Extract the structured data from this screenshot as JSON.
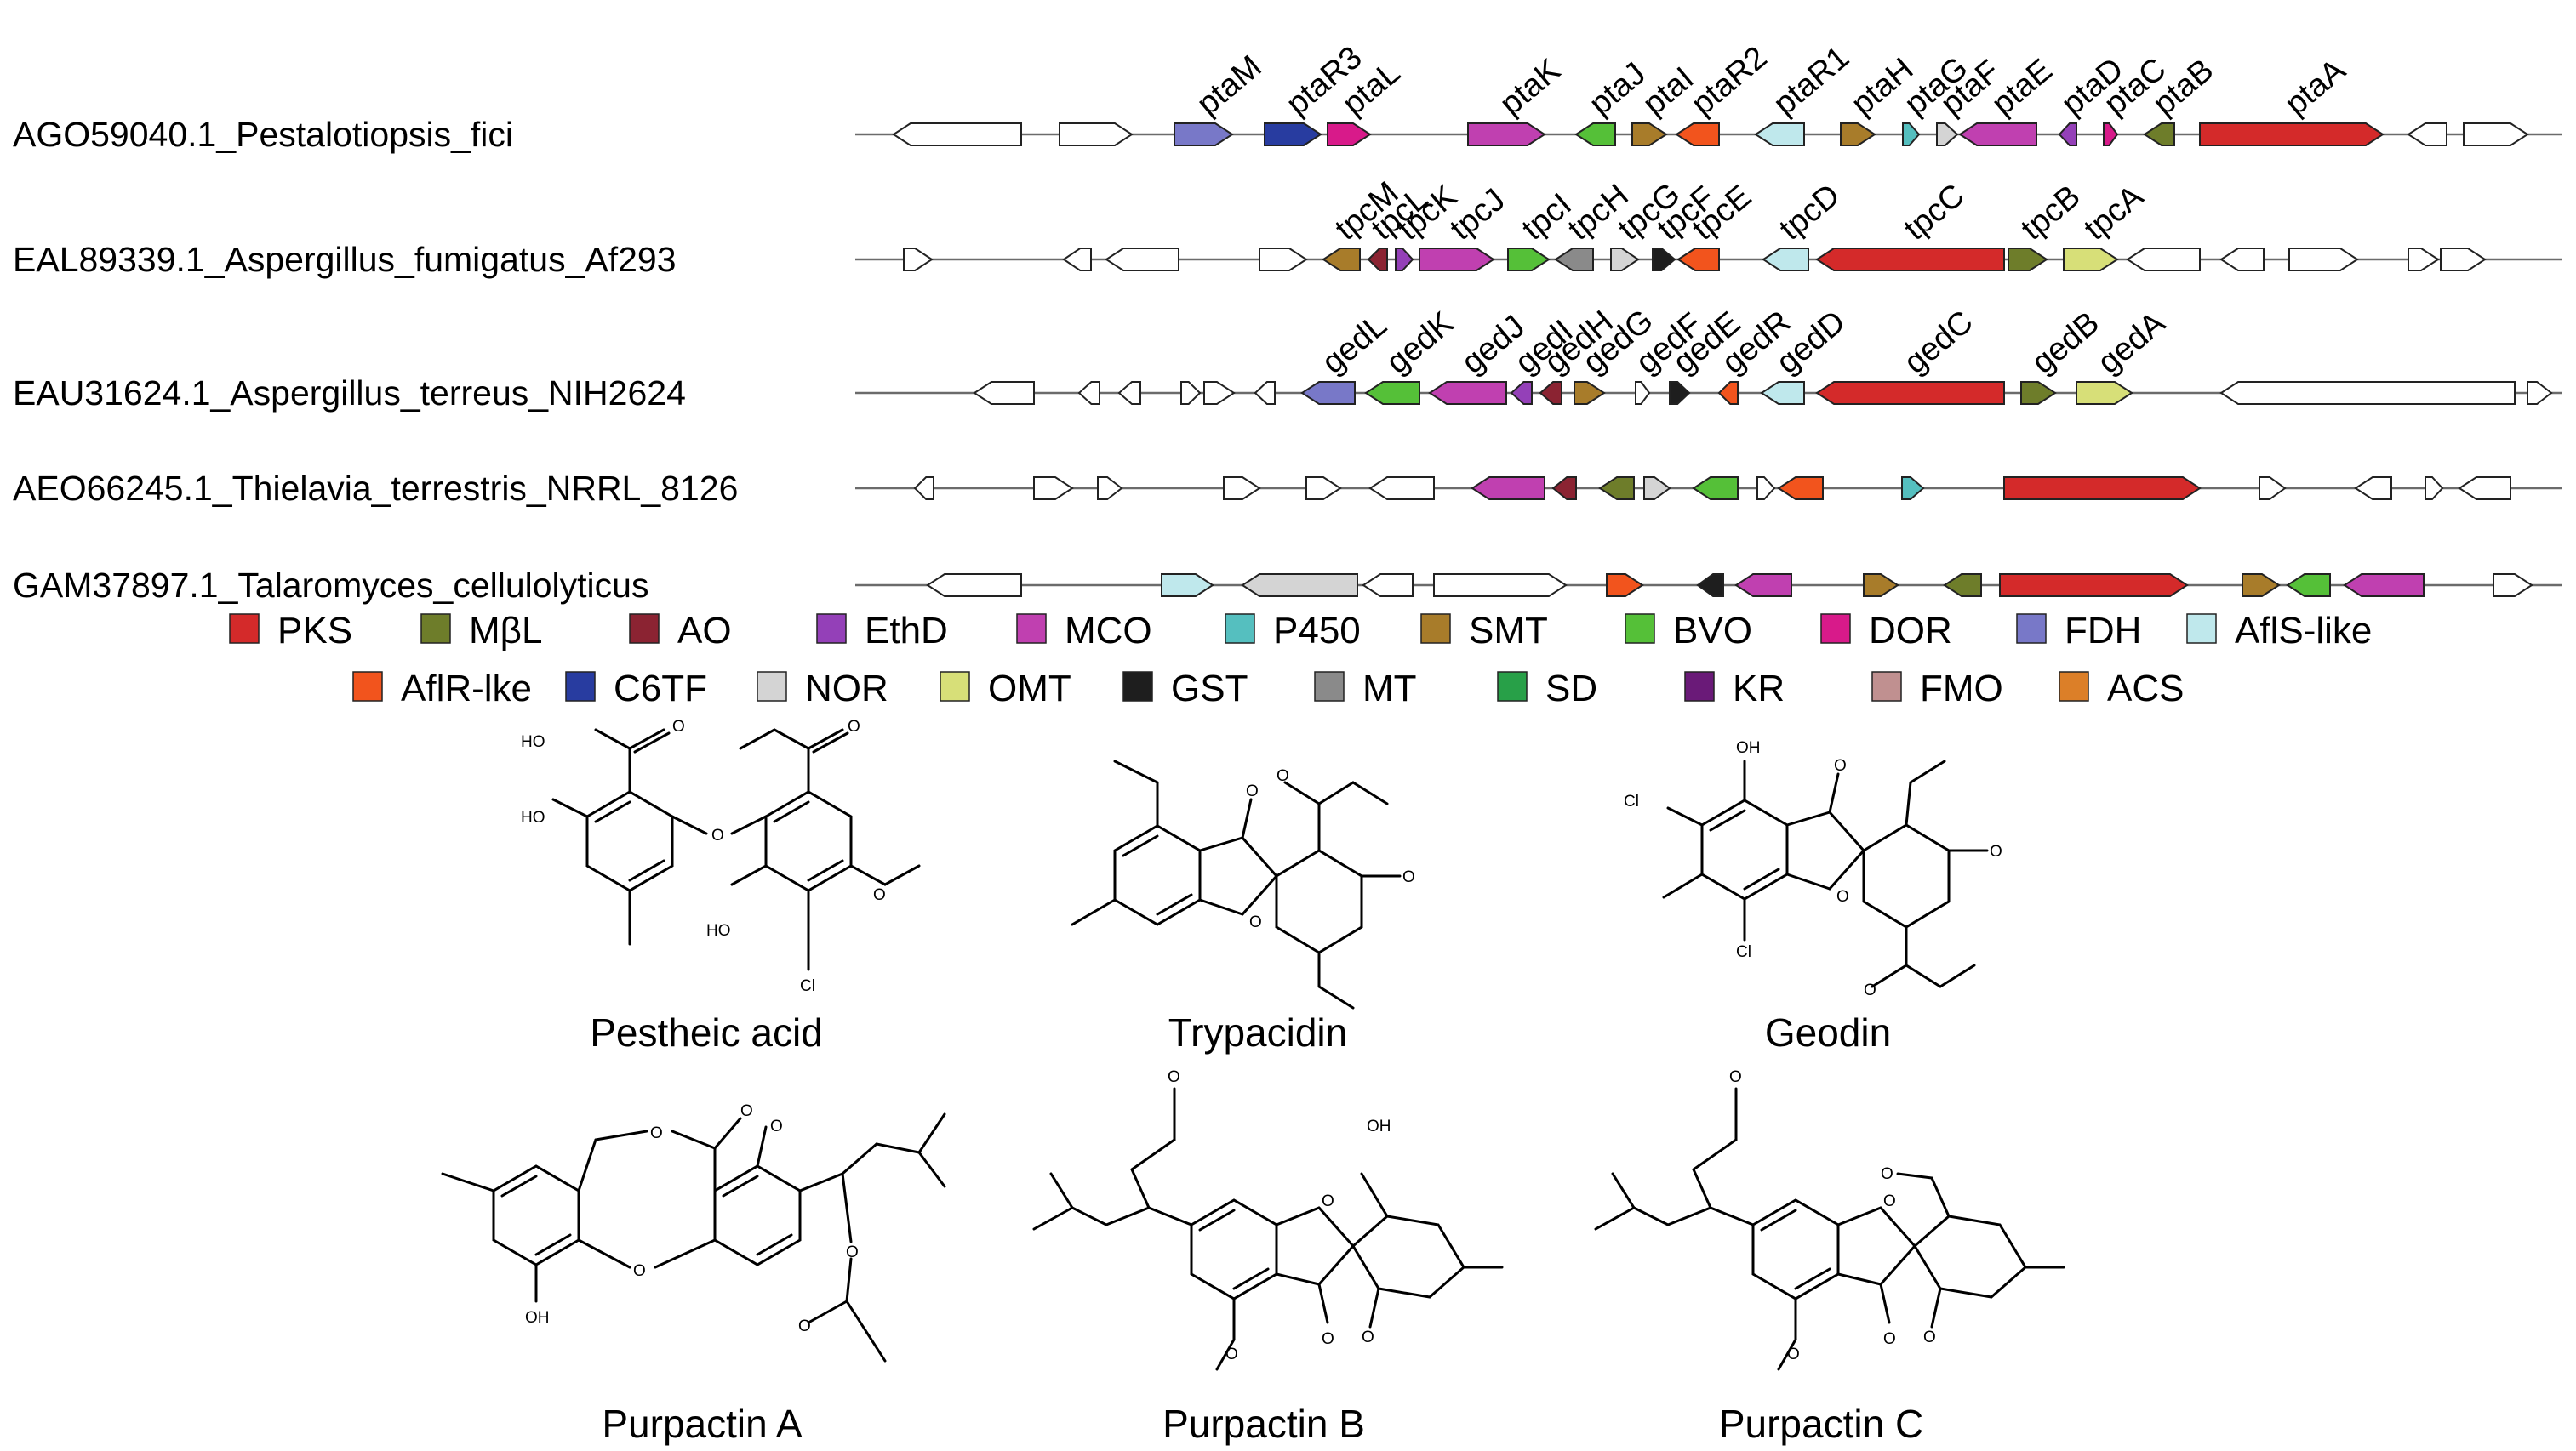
{
  "gene_colors": {
    "PKS": "#d42a2a",
    "MbL": "#6e7d2a",
    "AO": "#8b2332",
    "EthD": "#9440b8",
    "MCO": "#c040b0",
    "P450": "#55bfbf",
    "SMT": "#a87c2a",
    "BVO": "#55c038",
    "DOR": "#d81a8a",
    "FDH": "#7878c8",
    "AflS": "#bfe8ec",
    "AflR": "#f2541d",
    "C6TF": "#283ca0",
    "NOR": "#d4d4d4",
    "OMT": "#d7df78",
    "GST": "#1e1e1e",
    "MT": "#8a8a8a",
    "SD": "#28a048",
    "KR": "#6a1a78",
    "FMO": "#c09090",
    "ACS": "#dc7f28",
    "none": "#ffffff"
  },
  "tracks": [
    {
      "name": "AGO59040.1_Pestalotiopsis_fici",
      "genes": [
        {
          "s": 1050,
          "e": 1200,
          "dir": -1,
          "type": "none",
          "label": ""
        },
        {
          "s": 1245,
          "e": 1330,
          "dir": 1,
          "type": "none",
          "label": ""
        },
        {
          "s": 1380,
          "e": 1448,
          "dir": 1,
          "type": "FDH",
          "label": "ptaM"
        },
        {
          "s": 1486,
          "e": 1552,
          "dir": 1,
          "type": "C6TF",
          "label": "ptaR3"
        },
        {
          "s": 1560,
          "e": 1610,
          "dir": 1,
          "type": "DOR",
          "label": "ptaL"
        },
        {
          "s": 1725,
          "e": 1815,
          "dir": 1,
          "type": "MCO",
          "label": "ptaK"
        },
        {
          "s": 1852,
          "e": 1898,
          "dir": -1,
          "type": "BVO",
          "label": "ptaJ"
        },
        {
          "s": 1918,
          "e": 1958,
          "dir": 1,
          "type": "SMT",
          "label": "ptaI"
        },
        {
          "s": 1970,
          "e": 2020,
          "dir": -1,
          "type": "AflR",
          "label": "ptaR2"
        },
        {
          "s": 2063,
          "e": 2120,
          "dir": -1,
          "type": "AflS",
          "label": "ptaR1"
        },
        {
          "s": 2163,
          "e": 2203,
          "dir": 1,
          "type": "SMT",
          "label": "ptaH"
        },
        {
          "s": 2236,
          "e": 2255,
          "dir": 1,
          "type": "P450",
          "label": "ptaG"
        },
        {
          "s": 2276,
          "e": 2300,
          "dir": 1,
          "type": "NOR",
          "label": "ptaF"
        },
        {
          "s": 2303,
          "e": 2393,
          "dir": -1,
          "type": "MCO",
          "label": "ptaE"
        },
        {
          "s": 2420,
          "e": 2440,
          "dir": -1,
          "type": "EthD",
          "label": "ptaD"
        },
        {
          "s": 2472,
          "e": 2488,
          "dir": 1,
          "type": "DOR",
          "label": "ptaC"
        },
        {
          "s": 2520,
          "e": 2555,
          "dir": -1,
          "type": "MbL",
          "label": "ptaB"
        },
        {
          "s": 2585,
          "e": 2800,
          "dir": 1,
          "type": "PKS",
          "label": "ptaA"
        },
        {
          "s": 2830,
          "e": 2875,
          "dir": -1,
          "type": "none",
          "label": ""
        },
        {
          "s": 2895,
          "e": 2970,
          "dir": 1,
          "type": "none",
          "label": ""
        }
      ]
    },
    {
      "name": "EAL89339.1_Aspergillus_fumigatus_Af293",
      "genes": [
        {
          "s": 1062,
          "e": 1095,
          "dir": 1,
          "type": "none",
          "label": ""
        },
        {
          "s": 1250,
          "e": 1282,
          "dir": -1,
          "type": "none",
          "label": ""
        },
        {
          "s": 1300,
          "e": 1385,
          "dir": -1,
          "type": "none",
          "label": ""
        },
        {
          "s": 1480,
          "e": 1535,
          "dir": 1,
          "type": "none",
          "label": ""
        },
        {
          "s": 1555,
          "e": 1598,
          "dir": -1,
          "type": "SMT",
          "label": "tpcM"
        },
        {
          "s": 1608,
          "e": 1630,
          "dir": -1,
          "type": "AO",
          "label": "tpcL"
        },
        {
          "s": 1640,
          "e": 1660,
          "dir": 1,
          "type": "EthD",
          "label": "tpcK"
        },
        {
          "s": 1668,
          "e": 1755,
          "dir": 1,
          "type": "MCO",
          "label": "tpcJ"
        },
        {
          "s": 1772,
          "e": 1820,
          "dir": 1,
          "type": "BVO",
          "label": "tpcI"
        },
        {
          "s": 1828,
          "e": 1872,
          "dir": -1,
          "type": "MT",
          "label": "tpcH"
        },
        {
          "s": 1893,
          "e": 1925,
          "dir": 1,
          "type": "NOR",
          "label": "tpcG"
        },
        {
          "s": 1942,
          "e": 1968,
          "dir": 1,
          "type": "GST",
          "label": "tpcF"
        },
        {
          "s": 1972,
          "e": 2020,
          "dir": -1,
          "type": "AflR",
          "label": "tpcE"
        },
        {
          "s": 2072,
          "e": 2125,
          "dir": -1,
          "type": "AflS",
          "label": "tpcD"
        },
        {
          "s": 2135,
          "e": 2355,
          "dir": -1,
          "type": "PKS",
          "label": "tpcC"
        },
        {
          "s": 2360,
          "e": 2405,
          "dir": 1,
          "type": "MbL",
          "label": "tpcB"
        },
        {
          "s": 2425,
          "e": 2488,
          "dir": 1,
          "type": "OMT",
          "label": "tpcA"
        },
        {
          "s": 2500,
          "e": 2585,
          "dir": -1,
          "type": "none",
          "label": ""
        },
        {
          "s": 2610,
          "e": 2660,
          "dir": -1,
          "type": "none",
          "label": ""
        },
        {
          "s": 2690,
          "e": 2770,
          "dir": 1,
          "type": "none",
          "label": ""
        },
        {
          "s": 2830,
          "e": 2865,
          "dir": 1,
          "type": "none",
          "label": ""
        },
        {
          "s": 2868,
          "e": 2920,
          "dir": 1,
          "type": "none",
          "label": ""
        }
      ]
    },
    {
      "name": "EAU31624.1_Aspergillus_terreus_NIH2624",
      "genes": [
        {
          "s": 1145,
          "e": 1215,
          "dir": -1,
          "type": "none",
          "label": ""
        },
        {
          "s": 1268,
          "e": 1292,
          "dir": -1,
          "type": "none",
          "label": ""
        },
        {
          "s": 1315,
          "e": 1340,
          "dir": -1,
          "type": "none",
          "label": ""
        },
        {
          "s": 1388,
          "e": 1410,
          "dir": 1,
          "type": "none",
          "label": ""
        },
        {
          "s": 1415,
          "e": 1450,
          "dir": 1,
          "type": "none",
          "label": ""
        },
        {
          "s": 1475,
          "e": 1498,
          "dir": -1,
          "type": "none",
          "label": ""
        },
        {
          "s": 1530,
          "e": 1592,
          "dir": -1,
          "type": "FDH",
          "label": "gedL"
        },
        {
          "s": 1605,
          "e": 1668,
          "dir": -1,
          "type": "BVO",
          "label": "gedK"
        },
        {
          "s": 1680,
          "e": 1770,
          "dir": -1,
          "type": "MCO",
          "label": "gedJ"
        },
        {
          "s": 1776,
          "e": 1800,
          "dir": -1,
          "type": "EthD",
          "label": "gedI"
        },
        {
          "s": 1810,
          "e": 1835,
          "dir": -1,
          "type": "AO",
          "label": "gedH"
        },
        {
          "s": 1850,
          "e": 1885,
          "dir": 1,
          "type": "SMT",
          "label": "gedG"
        },
        {
          "s": 1922,
          "e": 1938,
          "dir": 1,
          "type": "none",
          "label": "gedF"
        },
        {
          "s": 1962,
          "e": 1985,
          "dir": 1,
          "type": "GST",
          "label": "gedE"
        },
        {
          "s": 2020,
          "e": 2042,
          "dir": -1,
          "type": "AflR",
          "label": "gedR"
        },
        {
          "s": 2070,
          "e": 2120,
          "dir": -1,
          "type": "AflS",
          "label": "gedD"
        },
        {
          "s": 2135,
          "e": 2355,
          "dir": -1,
          "type": "PKS",
          "label": "gedC"
        },
        {
          "s": 2375,
          "e": 2415,
          "dir": 1,
          "type": "MbL",
          "label": "gedB"
        },
        {
          "s": 2440,
          "e": 2505,
          "dir": 1,
          "type": "OMT",
          "label": "gedA"
        },
        {
          "s": 2610,
          "e": 2955,
          "dir": -1,
          "type": "none",
          "label": ""
        },
        {
          "s": 2970,
          "e": 2998,
          "dir": 1,
          "type": "none",
          "label": ""
        }
      ]
    },
    {
      "name": "AEO66245.1_Thielavia_terrestris_NRRL_8126",
      "genes": [
        {
          "s": 1075,
          "e": 1097,
          "dir": -1,
          "type": "none",
          "label": ""
        },
        {
          "s": 1215,
          "e": 1260,
          "dir": 1,
          "type": "none",
          "label": ""
        },
        {
          "s": 1290,
          "e": 1318,
          "dir": 1,
          "type": "none",
          "label": ""
        },
        {
          "s": 1438,
          "e": 1480,
          "dir": 1,
          "type": "none",
          "label": ""
        },
        {
          "s": 1535,
          "e": 1575,
          "dir": 1,
          "type": "none",
          "label": ""
        },
        {
          "s": 1610,
          "e": 1685,
          "dir": -1,
          "type": "none",
          "label": ""
        },
        {
          "s": 1730,
          "e": 1815,
          "dir": -1,
          "type": "MCO",
          "label": ""
        },
        {
          "s": 1825,
          "e": 1852,
          "dir": -1,
          "type": "AO",
          "label": ""
        },
        {
          "s": 1880,
          "e": 1920,
          "dir": -1,
          "type": "MbL",
          "label": ""
        },
        {
          "s": 1932,
          "e": 1962,
          "dir": 1,
          "type": "NOR",
          "label": ""
        },
        {
          "s": 1990,
          "e": 2042,
          "dir": -1,
          "type": "BVO",
          "label": ""
        },
        {
          "s": 2065,
          "e": 2085,
          "dir": 1,
          "type": "none",
          "label": ""
        },
        {
          "s": 2090,
          "e": 2142,
          "dir": -1,
          "type": "AflR",
          "label": ""
        },
        {
          "s": 2235,
          "e": 2260,
          "dir": 1,
          "type": "P450",
          "label": ""
        },
        {
          "s": 2355,
          "e": 2585,
          "dir": 1,
          "type": "PKS",
          "label": ""
        },
        {
          "s": 2655,
          "e": 2685,
          "dir": 1,
          "type": "none",
          "label": ""
        },
        {
          "s": 2768,
          "e": 2810,
          "dir": -1,
          "type": "none",
          "label": ""
        },
        {
          "s": 2850,
          "e": 2870,
          "dir": 1,
          "type": "none",
          "label": ""
        },
        {
          "s": 2890,
          "e": 2950,
          "dir": -1,
          "type": "none",
          "label": ""
        }
      ]
    },
    {
      "name": "GAM37897.1_Talaromyces_cellulolyticus",
      "genes": [
        {
          "s": 1090,
          "e": 1200,
          "dir": -1,
          "type": "none",
          "label": ""
        },
        {
          "s": 1365,
          "e": 1425,
          "dir": 1,
          "type": "AflS",
          "label": ""
        },
        {
          "s": 1460,
          "e": 1595,
          "dir": -1,
          "type": "NOR",
          "label": ""
        },
        {
          "s": 1602,
          "e": 1660,
          "dir": -1,
          "type": "none",
          "label": ""
        },
        {
          "s": 1685,
          "e": 1840,
          "dir": 1,
          "type": "none",
          "label": ""
        },
        {
          "s": 1888,
          "e": 1930,
          "dir": 1,
          "type": "AflR",
          "label": ""
        },
        {
          "s": 1995,
          "e": 2025,
          "dir": -1,
          "type": "GST",
          "label": ""
        },
        {
          "s": 2040,
          "e": 2105,
          "dir": -1,
          "type": "MCO",
          "label": ""
        },
        {
          "s": 2190,
          "e": 2230,
          "dir": 1,
          "type": "SMT",
          "label": ""
        },
        {
          "s": 2285,
          "e": 2328,
          "dir": -1,
          "type": "MbL",
          "label": ""
        },
        {
          "s": 2350,
          "e": 2570,
          "dir": 1,
          "type": "PKS",
          "label": ""
        },
        {
          "s": 2635,
          "e": 2678,
          "dir": 1,
          "type": "SMT",
          "label": ""
        },
        {
          "s": 2688,
          "e": 2738,
          "dir": -1,
          "type": "BVO",
          "label": ""
        },
        {
          "s": 2755,
          "e": 2848,
          "dir": -1,
          "type": "MCO",
          "label": ""
        },
        {
          "s": 2930,
          "e": 2975,
          "dir": 1,
          "type": "none",
          "label": ""
        }
      ]
    }
  ],
  "legend": {
    "row1": [
      {
        "key": "PKS",
        "label": "PKS"
      },
      {
        "key": "MbL",
        "label": "MβL"
      },
      {
        "key": "AO",
        "label": "AO"
      },
      {
        "key": "EthD",
        "label": "EthD"
      },
      {
        "key": "MCO",
        "label": "MCO"
      },
      {
        "key": "P450",
        "label": "P450"
      },
      {
        "key": "SMT",
        "label": "SMT"
      },
      {
        "key": "BVO",
        "label": "BVO"
      },
      {
        "key": "DOR",
        "label": "DOR"
      },
      {
        "key": "FDH",
        "label": "FDH"
      },
      {
        "key": "AflS",
        "label": "AflS-like"
      }
    ],
    "row2": [
      {
        "key": "AflR",
        "label": "AflR-lke"
      },
      {
        "key": "C6TF",
        "label": "C6TF"
      },
      {
        "key": "NOR",
        "label": "NOR"
      },
      {
        "key": "OMT",
        "label": "OMT"
      },
      {
        "key": "GST",
        "label": "GST"
      },
      {
        "key": "MT",
        "label": "MT"
      },
      {
        "key": "SD",
        "label": "SD"
      },
      {
        "key": "KR",
        "label": "KR"
      },
      {
        "key": "FMO",
        "label": "FMO"
      },
      {
        "key": "ACS",
        "label": "ACS"
      }
    ]
  },
  "compounds": {
    "pestheic": "Pestheic acid",
    "trypacidin": "Trypacidin",
    "geodin": "Geodin",
    "purpactin_a": "Purpactin A",
    "purpactin_b": "Purpactin B",
    "purpactin_c": "Purpactin C"
  },
  "atoms": {
    "OH": "OH",
    "HO": "HO",
    "Cl": "Cl",
    "O": "O"
  }
}
